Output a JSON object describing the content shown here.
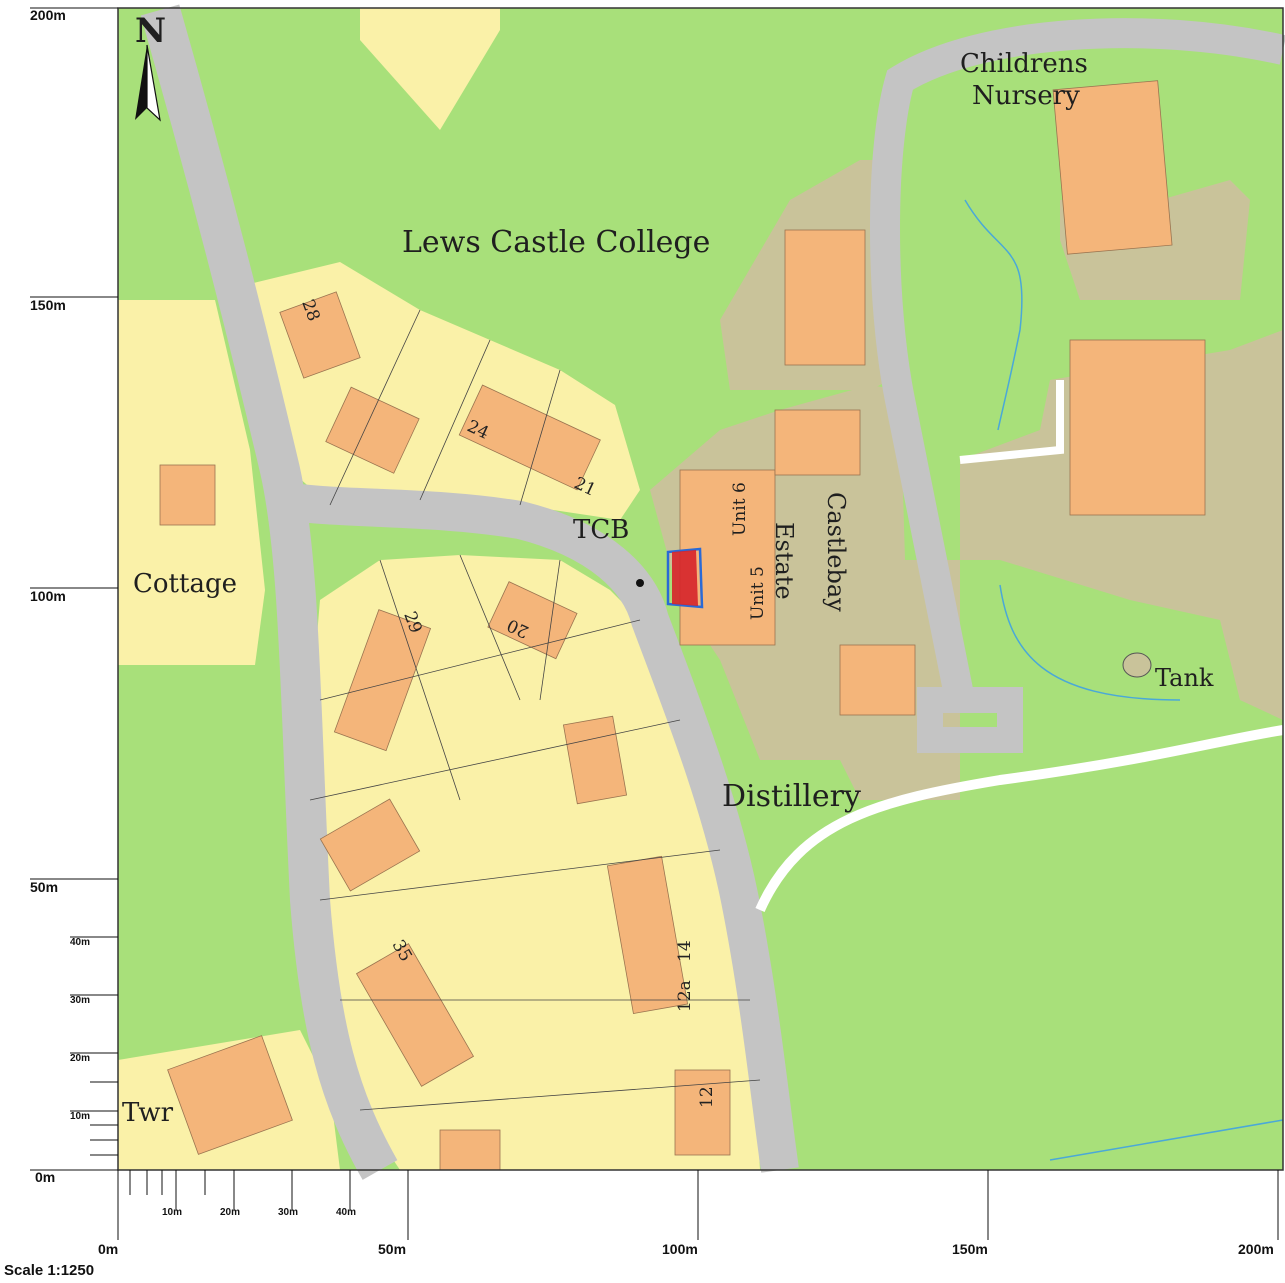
{
  "map": {
    "north_label": "N",
    "scale": "Scale 1:1250",
    "labels": {
      "college": "Lews Castle College",
      "nursery_line1": "Childrens",
      "nursery_line2": "Nursery",
      "tcb": "TCB",
      "cottage": "Cottage",
      "distillery": "Distillery",
      "estate": "Estate",
      "castlebay": "Castlebay",
      "unit5": "Unit 5",
      "unit6": "Unit 6",
      "tank": "Tank",
      "twr": "Twr"
    },
    "house_numbers": {
      "n28": "28",
      "n24": "24",
      "n21": "21",
      "n29": "29",
      "n20": "20",
      "n35": "35",
      "n14": "14",
      "n12a": "12a",
      "n12": "12"
    },
    "axis": {
      "y_major": [
        "200m",
        "150m",
        "100m",
        "50m",
        "0m"
      ],
      "y_minor": [
        "40m",
        "30m",
        "20m",
        "10m"
      ],
      "x_major": [
        "0m",
        "50m",
        "100m",
        "150m",
        "200m"
      ],
      "x_minor": [
        "10m",
        "20m",
        "30m",
        "40m"
      ]
    },
    "colors": {
      "grass": "#a8e07a",
      "residential": "#faf1a8",
      "building": "#f4b57a",
      "road": "#c4c4c4",
      "industrial": "#c9c39a",
      "site_red": "#d6232a",
      "site_blue": "#2a6ad6",
      "water": "#4aa8d8"
    }
  }
}
